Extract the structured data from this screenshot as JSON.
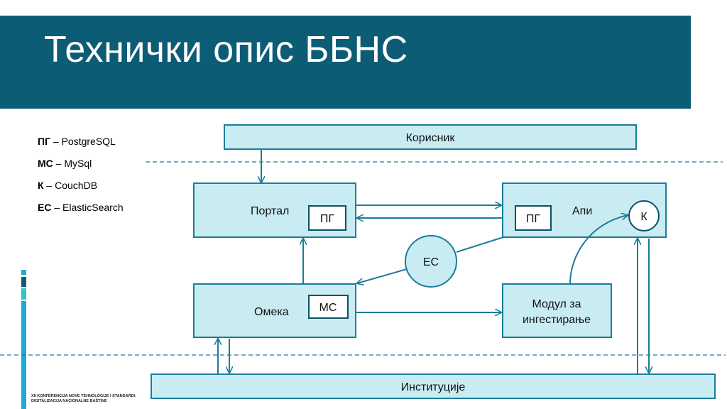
{
  "slide": {
    "title": "Технички опис ББНС"
  },
  "legend": [
    {
      "abbr": "ПГ",
      "sep": " – ",
      "text": "PostgreSQL"
    },
    {
      "abbr": "МС",
      "sep": " – ",
      "text": "MySql"
    },
    {
      "abbr": "К",
      "sep": " – ",
      "text": "CouchDB"
    },
    {
      "abbr": "ЕС",
      "sep": " – ",
      "text": "ElasticSearch"
    }
  ],
  "diagram": {
    "korisnik": "Корисник",
    "portal": "Портал",
    "portal_db": "ПГ",
    "api": "Апи",
    "api_db": "ПГ",
    "api_k": "К",
    "es": "ЕС",
    "omeka": "Омека",
    "omeka_db": "МС",
    "modul_line1": "Модул за",
    "modul_line2": "ингестирање",
    "institucije": "Институције"
  },
  "footer": {
    "line1": "XII KONFERENCIJA NOVE TEHNOLOGIJE I STANDARDI:",
    "line2": "DIGITALIZACIJA NACIONALNE BAŠTINE"
  },
  "colors": {
    "title_bar": "#0d5c75",
    "box_fill": "#c9ecf2",
    "stroke": "#1b7d9b"
  }
}
